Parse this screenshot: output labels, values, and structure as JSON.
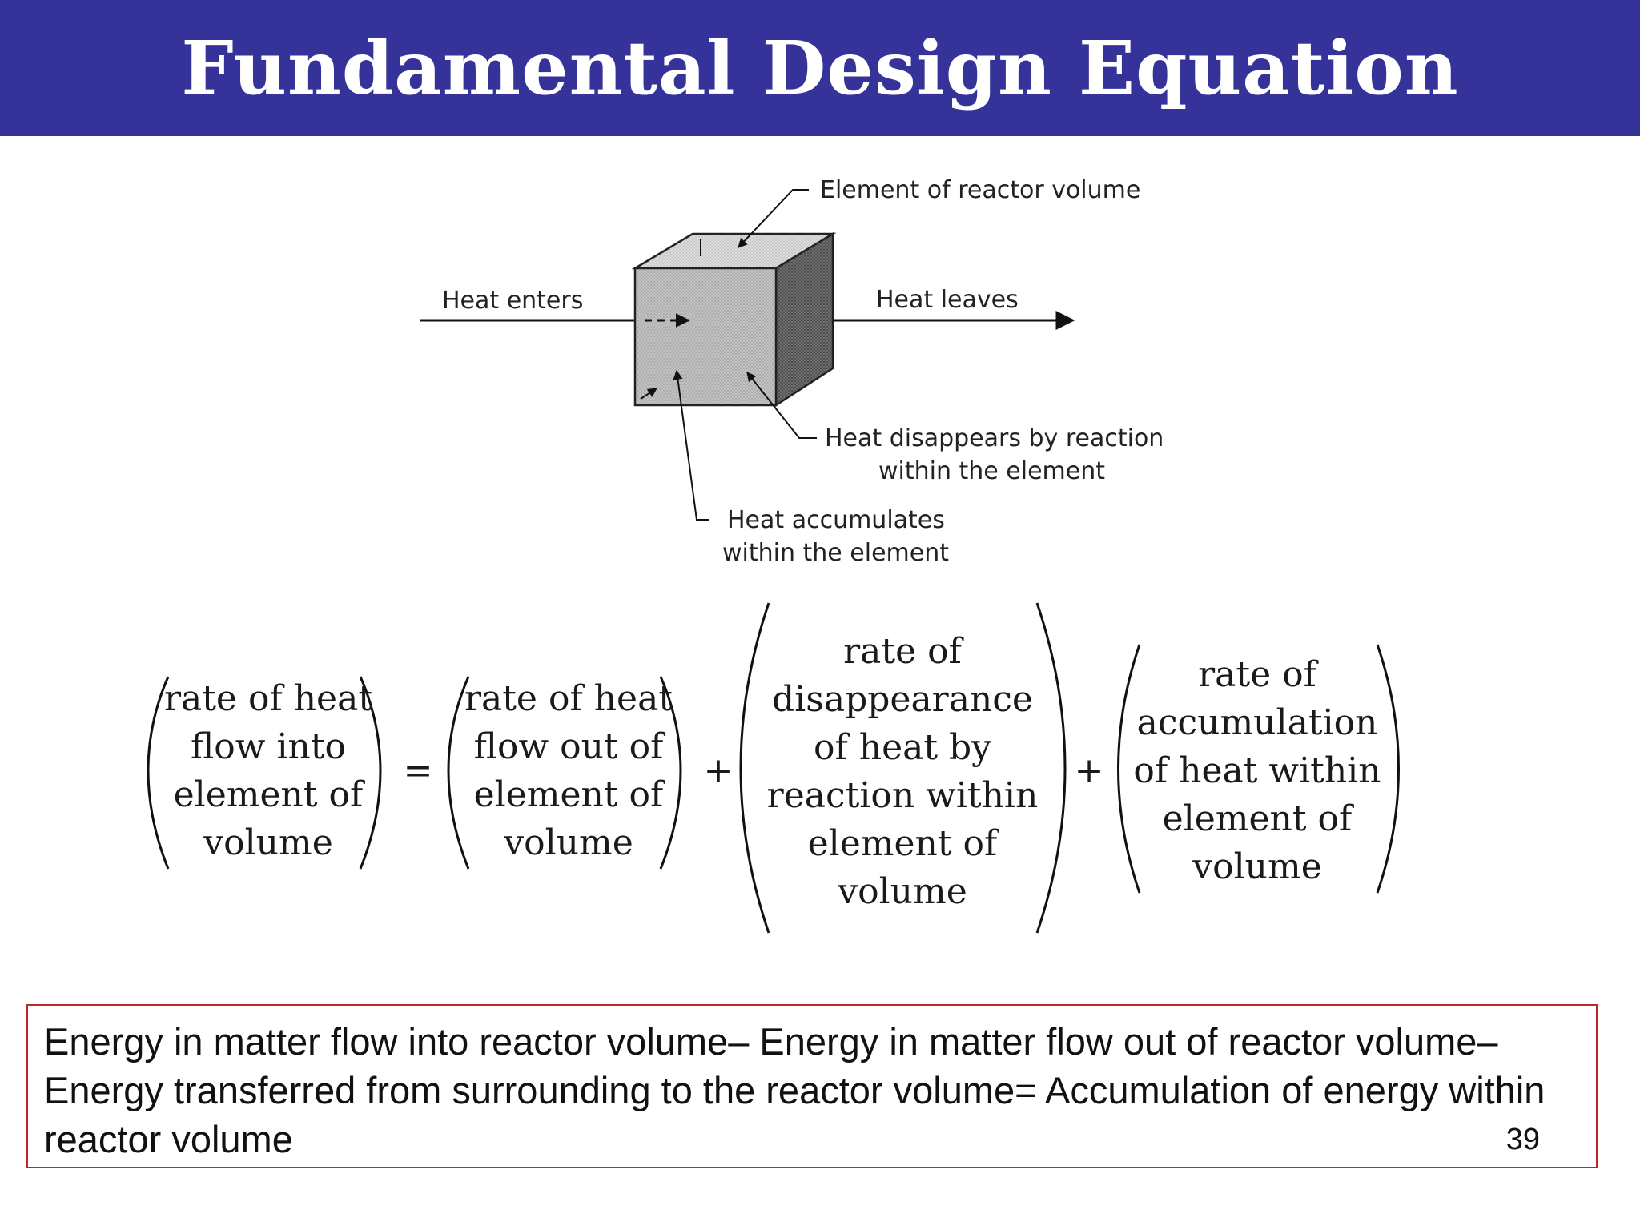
{
  "title": "Fundamental Design Equation",
  "diagram": {
    "labels": {
      "element": "Element of reactor volume",
      "heat_enters": "Heat enters",
      "heat_leaves": "Heat leaves",
      "disappears_line1": "Heat disappears by reaction",
      "disappears_line2": "within the element",
      "accumulates_line1": "Heat accumulates",
      "accumulates_line2": "within the element"
    }
  },
  "equation": {
    "term1": [
      "rate of heat",
      "flow into",
      "element of",
      "volume"
    ],
    "equals": "=",
    "term2": [
      "rate of heat",
      "flow out of",
      "element of",
      "volume"
    ],
    "plus1": "+",
    "term3": [
      "rate of",
      "disappearance",
      "of heat by",
      "reaction within",
      "element of",
      "volume"
    ],
    "plus2": "+",
    "term4": [
      "rate of",
      "accumulation",
      "of heat within",
      "element of",
      "volume"
    ]
  },
  "note": {
    "text": "Energy in matter flow into reactor volume– Energy in matter flow out of reactor volume– Energy transferred from surrounding to the reactor volume= Accumulation of energy within reactor volume",
    "border_color": "#c0262b"
  },
  "page_number": "39",
  "colors": {
    "title_bar": "#353399",
    "title_text": "#ffffff"
  }
}
